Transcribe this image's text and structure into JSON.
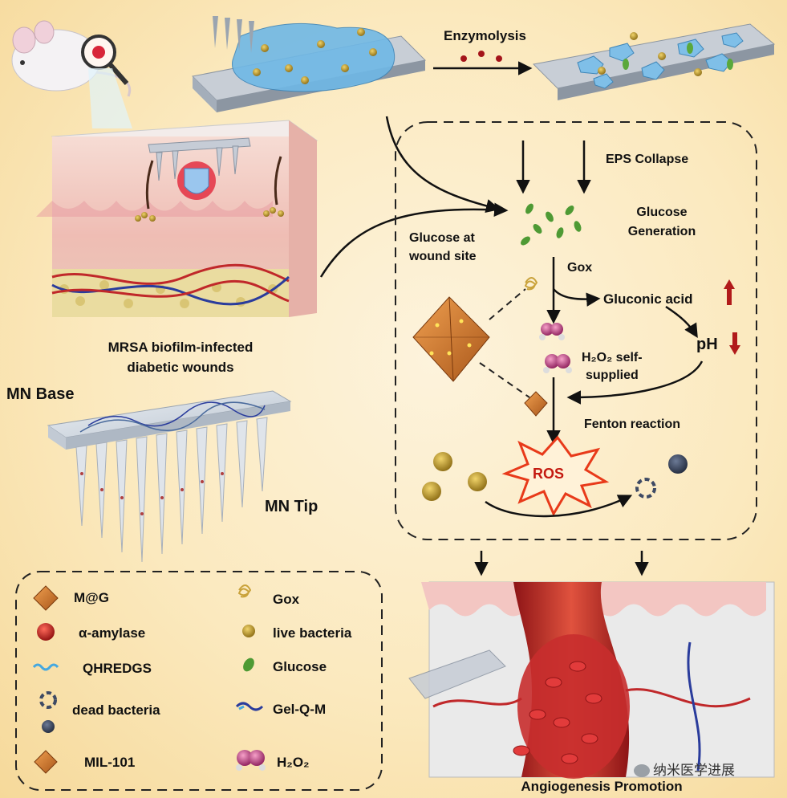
{
  "labels": {
    "enzymolysis": "Enzymolysis",
    "eps_collapse": "EPS Collapse",
    "glucose_generation_1": "Glucose",
    "glucose_generation_2": "Generation",
    "glucose_wound_1": "Glucose at",
    "glucose_wound_2": "wound site",
    "gox": "Gox",
    "gluconic_acid": "Gluconic acid",
    "ph": "pH",
    "h2o2_line1": "H₂O₂ self-",
    "h2o2_line2": "supplied",
    "fenton": "Fenton reaction",
    "ros": "ROS",
    "mrsa_1": "MRSA biofilm-infected",
    "mrsa_2": "diabetic wounds",
    "mn_base": "MN Base",
    "mn_tip": "MN Tip",
    "angiogenesis": "Angiogenesis Promotion"
  },
  "legend": [
    {
      "label": "M@G",
      "icon": "mg-octahedron-icon"
    },
    {
      "label": "Gox",
      "icon": "gox-icon"
    },
    {
      "label": "α-amylase",
      "icon": "amylase-icon"
    },
    {
      "label": "live bacteria",
      "icon": "live-bacteria-icon"
    },
    {
      "label": "QHREDGS",
      "icon": "qhredgs-icon"
    },
    {
      "label": "Glucose",
      "icon": "glucose-icon"
    },
    {
      "label": "dead bacteria",
      "icon": "dead-bacteria-icon"
    },
    {
      "label": "Gel-Q-M",
      "icon": "gel-q-m-icon"
    },
    {
      "label": "MIL-101",
      "icon": "mil101-icon"
    },
    {
      "label": "H₂O₂",
      "icon": "h2o2-icon"
    }
  ],
  "watermark": "纳米医学进展",
  "colors": {
    "background": "#fbe9be",
    "arrow_up_red": "#b11a1a",
    "ros_red": "#e83a1a",
    "vessel_red": "#c0282a"
  }
}
